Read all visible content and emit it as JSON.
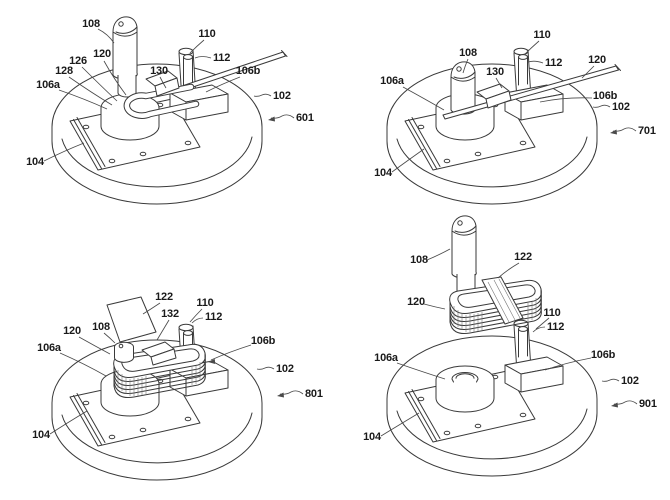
{
  "sheet": {
    "type": "patent-figure-sheet",
    "background": "#ffffff",
    "line_color": "#3a3a3a",
    "label_color": "#1a1a1a"
  },
  "figures": [
    {
      "fig_number": "601",
      "labels": [
        {
          "text": "108"
        },
        {
          "text": "120"
        },
        {
          "text": "126"
        },
        {
          "text": "128"
        },
        {
          "text": "106a"
        },
        {
          "text": "104"
        },
        {
          "text": "130"
        },
        {
          "text": "110"
        },
        {
          "text": "112"
        },
        {
          "text": "106b"
        },
        {
          "text": "102"
        },
        {
          "text": "601"
        }
      ]
    },
    {
      "fig_number": "701",
      "labels": [
        {
          "text": "110"
        },
        {
          "text": "108"
        },
        {
          "text": "130"
        },
        {
          "text": "112"
        },
        {
          "text": "120"
        },
        {
          "text": "106a"
        },
        {
          "text": "106b"
        },
        {
          "text": "102"
        },
        {
          "text": "701"
        },
        {
          "text": "104"
        }
      ]
    },
    {
      "fig_number": "801",
      "labels": [
        {
          "text": "122"
        },
        {
          "text": "132"
        },
        {
          "text": "110"
        },
        {
          "text": "112"
        },
        {
          "text": "120"
        },
        {
          "text": "108"
        },
        {
          "text": "106a"
        },
        {
          "text": "106b"
        },
        {
          "text": "102"
        },
        {
          "text": "801"
        },
        {
          "text": "104"
        }
      ]
    },
    {
      "fig_number": "901",
      "labels": [
        {
          "text": "108"
        },
        {
          "text": "122"
        },
        {
          "text": "120"
        },
        {
          "text": "110"
        },
        {
          "text": "112"
        },
        {
          "text": "106a"
        },
        {
          "text": "106b"
        },
        {
          "text": "102"
        },
        {
          "text": "901"
        },
        {
          "text": "104"
        }
      ]
    }
  ]
}
